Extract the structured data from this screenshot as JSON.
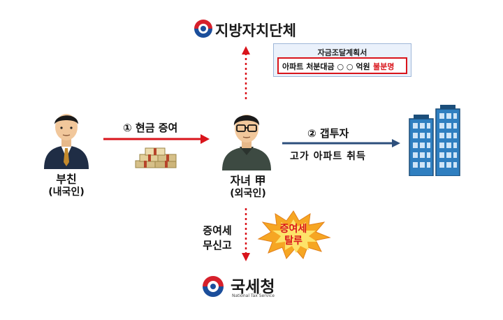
{
  "agencies": {
    "local_gov": "지방자치단체",
    "nts": "국세청",
    "nts_en": "National Tax Service"
  },
  "plan_doc": {
    "title": "자금조달계획서",
    "line_prefix": "아파트 처분대금 ○ ○ 억원",
    "line_highlight": "불분명"
  },
  "people": {
    "father_name": "부친",
    "father_note": "(내국인)",
    "child_name": "자녀 甲",
    "child_note": "(외국인)"
  },
  "flows": {
    "step1": "① 현금 증여",
    "step2": "② 갭투자",
    "step2_sub": "고가 아파트 취득",
    "no_report": [
      "증여세",
      "무신고"
    ],
    "evasion": [
      "증여세",
      "탈루"
    ]
  },
  "colors": {
    "red": "#d9141b",
    "navy": "#2d4f7c",
    "building": "#2f7fc0"
  }
}
